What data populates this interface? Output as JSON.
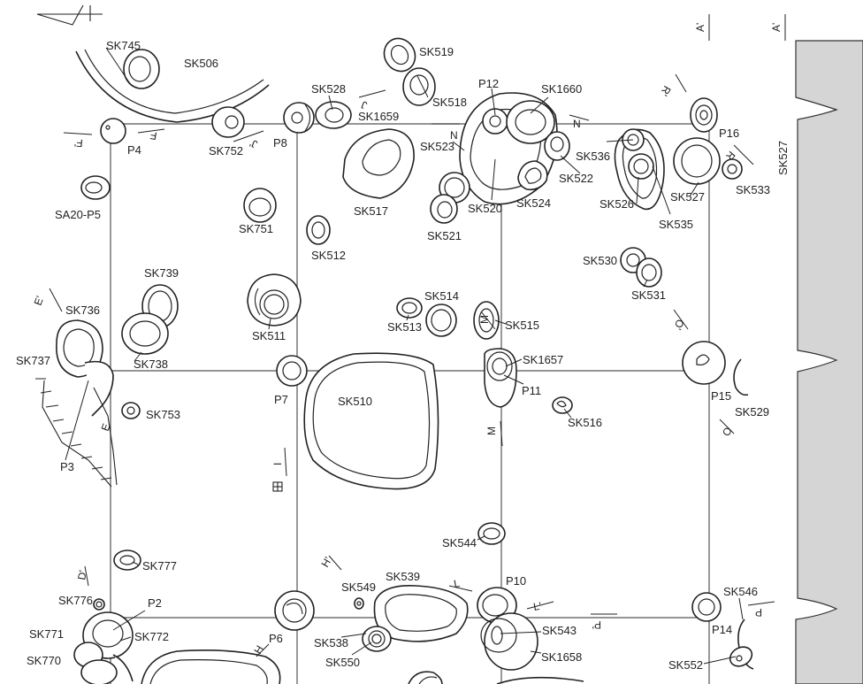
{
  "features": {
    "SK745": "SK745",
    "SK506": "SK506",
    "SK519": "SK519",
    "SK518": "SK518",
    "P12": "P12",
    "SK1660": "SK1660",
    "SK528": "SK528",
    "SK1659": "SK1659",
    "P4": "P4",
    "SK752": "SK752",
    "P8": "P8",
    "SK523": "SK523",
    "P16": "P16",
    "SK536": "SK536",
    "SK522": "SK522",
    "SK527": "SK527",
    "SK533": "SK533",
    "SA20P5": "SA20-P5",
    "SK517": "SK517",
    "SK520": "SK520",
    "SK524": "SK524",
    "SK526": "SK526",
    "SK535": "SK535",
    "SK751": "SK751",
    "SK521": "SK521",
    "SK512": "SK512",
    "SK530": "SK530",
    "SK531": "SK531",
    "SK739": "SK739",
    "SK736": "SK736",
    "SK514": "SK514",
    "SK513": "SK513",
    "SK515": "SK515",
    "SK511": "SK511",
    "SK737": "SK737",
    "SK738": "SK738",
    "SK1657": "SK1657",
    "P7": "P7",
    "SK510": "SK510",
    "P11": "P11",
    "P15": "P15",
    "SK529": "SK529",
    "SK753": "SK753",
    "SK516": "SK516",
    "P3": "P3",
    "SK544": "SK544",
    "SK777": "SK777",
    "SK549": "SK549",
    "SK539": "SK539",
    "P10": "P10",
    "SK546": "SK546",
    "SK776": "SK776",
    "P2": "P2",
    "SK771": "SK771",
    "SK772": "SK772",
    "P6": "P6",
    "SK538": "SK538",
    "SK543": "SK543",
    "P14": "P14",
    "SK770": "SK770",
    "SK550": "SK550",
    "SK1658": "SK1658",
    "SK552": "SK552"
  },
  "section_marks": {
    "A_prime_1": "A'",
    "A_prime_2": "A'",
    "R_prime": "R'",
    "J": "J",
    "J_prime": "J'",
    "F": "F",
    "F_prime": "F'",
    "N1": "N",
    "N2": "N",
    "R": "R",
    "E_prime": "E'",
    "E": "E",
    "I": "I",
    "M1": "M",
    "M2": "M",
    "O_prime": "O'",
    "O": "O",
    "D_prime": "D'",
    "H_prime": "H'",
    "H": "H",
    "L": "L",
    "L_prime": "L'",
    "P_prime": "P'",
    "P": "P"
  }
}
